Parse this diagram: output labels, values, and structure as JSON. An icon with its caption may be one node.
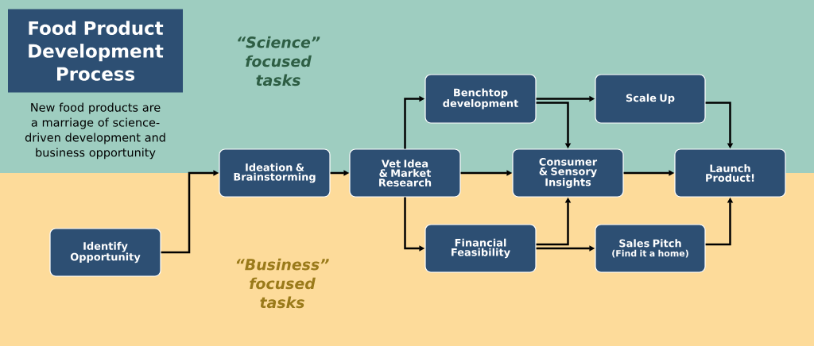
{
  "diagram": {
    "title": "Food Product Development Process",
    "nodes": [
      {
        "text": [
          "Identify Opportunity"
        ]
      },
      {
        "text": [
          "Ideation & Brainstorming"
        ]
      },
      {
        "text": [
          "Vet Idea & Market Research"
        ]
      },
      {
        "text": [
          "Benchtop development"
        ]
      },
      {
        "text": [
          "Consumer & Sensory Insights"
        ]
      },
      {
        "text": [
          "Financial Feasibility"
        ]
      },
      {
        "text": [
          "Scale Up"
        ]
      },
      {
        "text": [
          "Sales Pitch",
          "(Find it a home)"
        ]
      },
      {
        "text": [
          "Launch Product!"
        ]
      }
    ],
    "edges": [
      {
        "from": 0,
        "to": 1,
        "arrow": "to"
      },
      {
        "from": 1,
        "to": 2,
        "arrow": "to"
      },
      {
        "from": 2,
        "to": 3,
        "arrow": "to"
      },
      {
        "from": 2,
        "to": 4,
        "arrow": "to"
      },
      {
        "from": 2,
        "to": 5,
        "arrow": "to"
      },
      {
        "from": 3,
        "to": 6,
        "arrow": "to"
      },
      {
        "from": 3,
        "to": 4,
        "arrow": "to"
      },
      {
        "from": 5,
        "to": 4,
        "arrow": "to"
      },
      {
        "from": 5,
        "to": 7,
        "arrow": "to"
      },
      {
        "from": 6,
        "to": 8,
        "arrow": "to"
      },
      {
        "from": 4,
        "to": 8,
        "arrow": "to"
      },
      {
        "from": 7,
        "to": 8,
        "arrow": "to"
      }
    ],
    "labels": [
      "New food products are a marriage of science-driven development and business opportunity",
      "“Science” focused tasks",
      "“Business” focused tasks"
    ]
  }
}
